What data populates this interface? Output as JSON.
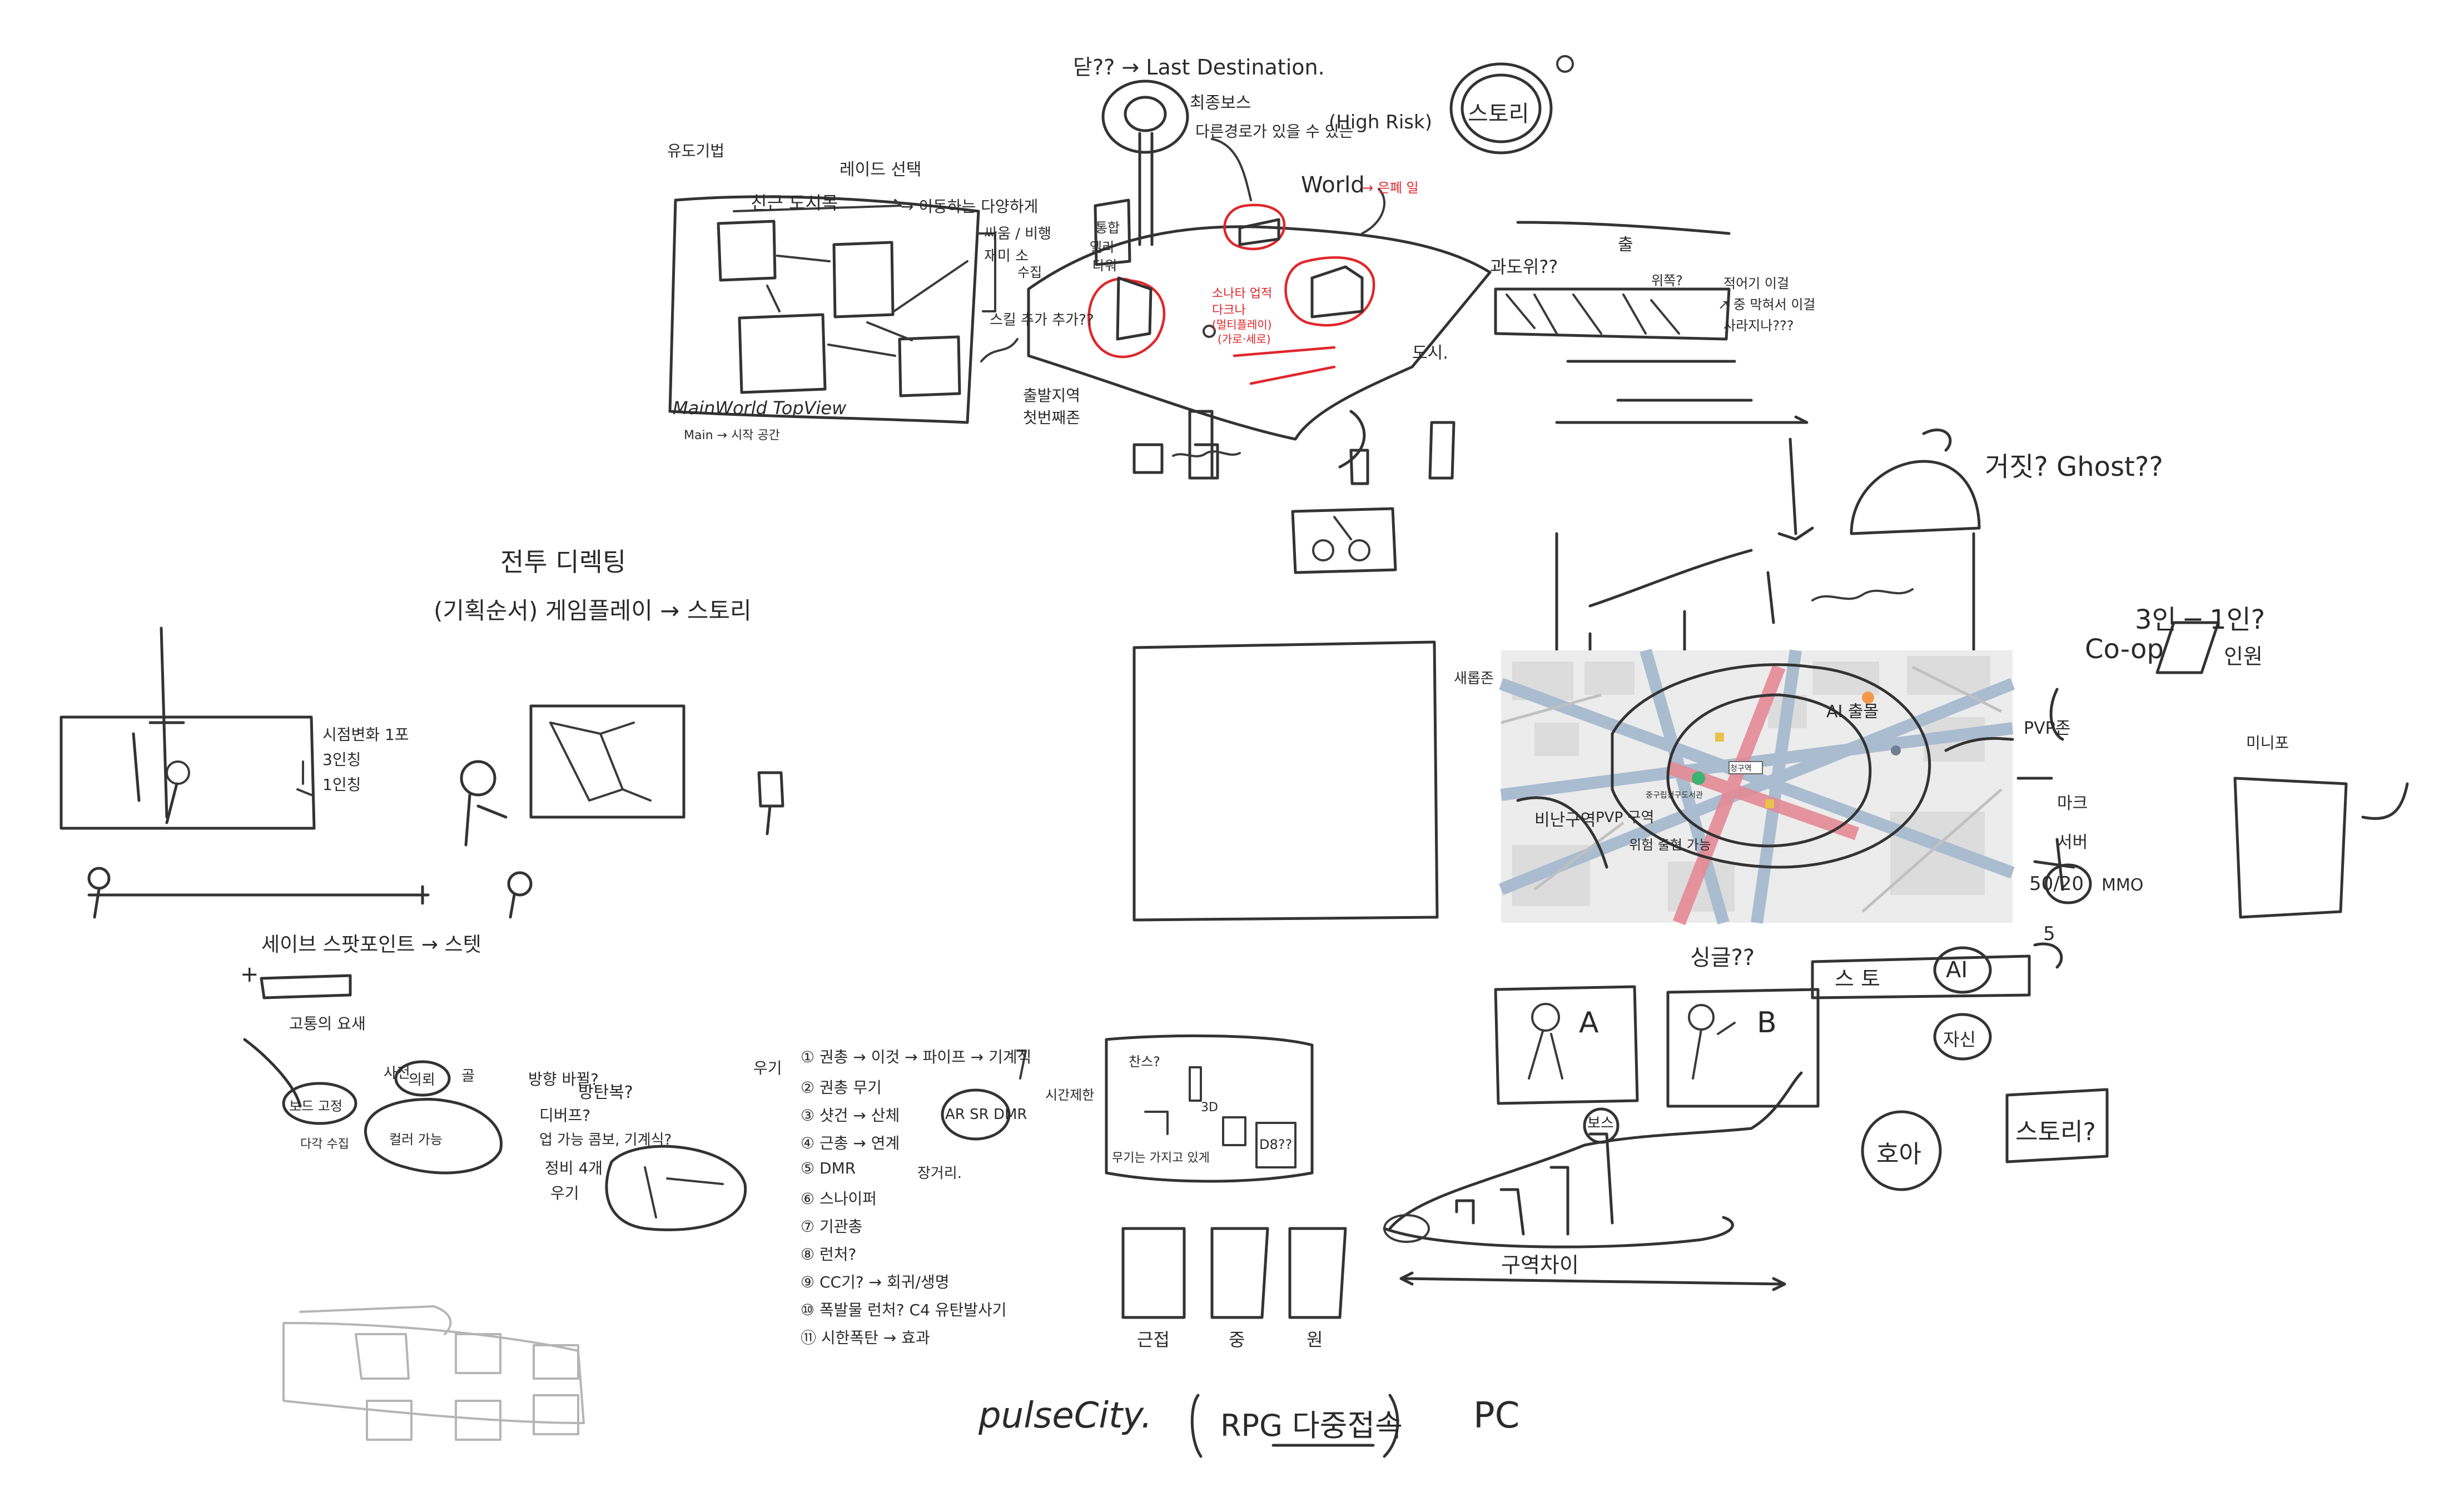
{
  "colors": {
    "ink": "#333333",
    "red_ink": "#e0262b",
    "faint_ink": "#b5b5b5",
    "map_bg": "#ececec",
    "map_road": "#a9bcd0",
    "map_highlight": "#e58a96",
    "map_park_marker": "#3cb371",
    "map_orange_marker": "#f2994a"
  },
  "top_center": {
    "last_destination": "닫?? → Last Destination.",
    "final_boss": "최종보스",
    "high_risk": "(High Risk)",
    "hidden_route": "다른경로가 있을 수 있는",
    "world": "World",
    "world_red": "→ 은폐 일",
    "story_circle": "스토리",
    "tower_notes": [
      "통합",
      "엘리",
      "타워"
    ],
    "red_notes": [
      "소나타 업적",
      "다크나",
      "(멀티플레이)",
      "(가로·세로)"
    ],
    "big_city": "도시.",
    "start_zone": "출발지역",
    "start_here": "첫번째존"
  },
  "top_left": {
    "section_heading": "유도기법",
    "routing": "레이드 선택",
    "three_areas": "친근 도시목",
    "move_flow": "→ 이동하는 다양하게",
    "battle": "싸움 / 비행",
    "fun": "재미 소",
    "collect": "수집",
    "map_title": "MainWorld  TopView",
    "map_sub": "Main → 시작 공간",
    "add_skill": "스킬 추가 추가??"
  },
  "top_right": {
    "loop_label": "과도위??",
    "side_note": "출",
    "path": "위쪽?",
    "detail_notes": [
      "적어기 이걸",
      "↗ 중 막혀서 이걸",
      "사라지나???"
    ],
    "ghost": "거짓?  Ghost??"
  },
  "middle_left": {
    "heading_1": "전투  디렉팅",
    "heading_2": "(기획순서)  게임플레이 → 스토리",
    "options": [
      "시점변화 1포",
      "3인칭",
      "1인칭"
    ],
    "checkpoint": "세이브 스팟포인트 → 스텟",
    "plus": "+"
  },
  "bottom_left": {
    "title": "고통의 요새",
    "nodes": [
      "사전",
      "의뢰",
      "골",
      "보드 고정",
      "컬러 가능",
      "방향 바뀔?",
      "다각 수집"
    ],
    "notes": [
      "방탄복?",
      "디버프?",
      "업 가능 콤보, 기계식?",
      "정비 4개",
      "우기"
    ]
  },
  "bottom_middle": {
    "heading": "우기",
    "steps": [
      "① 권총 → 이것 → 파이프 → 기계식",
      "② 권총  무기",
      "③ 샷건 → 산체",
      "④ 근총 → 연계",
      "⑤ DMR",
      "⑥ 스나이퍼",
      "⑦ 기관총",
      "⑧ 런처?",
      "⑨ CC기? → 회귀/생명",
      "⑩ 폭발물 런처? C4 유탄발사기",
      "⑪ 시한폭탄 → 효과"
    ],
    "ar_sr_dmr": "AR SR DMR",
    "weapon_range": "장거리.",
    "box_labels": [
      "근접",
      "중",
      "원"
    ],
    "time_label": "시간제한",
    "box_notes": [
      "찬스?",
      "3D",
      "D8??",
      "무기는 가지고 있게"
    ]
  },
  "bottom_right": {
    "single": "싱글??",
    "story": "스 토",
    "ai_circle": "AI",
    "revive": "자신",
    "player_a": "A",
    "player_b": "B",
    "like": "호아",
    "story_q": "스토리?",
    "boss": "보스",
    "zone": "구역차이",
    "coop_top": "3인 ─ 1인?",
    "coop": "Co-op",
    "coop_mode": "인원",
    "mmo_notes": [
      "마크",
      "서버",
      "50/20",
      "MMO",
      "5"
    ],
    "rpg_text": "미니포"
  },
  "map_labels": {
    "left_zone": "비난구역",
    "upper_zone": "AI 출몰",
    "mid_zone": "PVP 구역",
    "lower_zone": "위험 출현 가능",
    "right_zone": "PVP존",
    "left_edge": "새롭존",
    "station": "청구역",
    "park": "중구립청구도서관"
  },
  "footer": {
    "title": "pulseCity.",
    "genre": "RPG 다중접속",
    "platform": "PC"
  }
}
